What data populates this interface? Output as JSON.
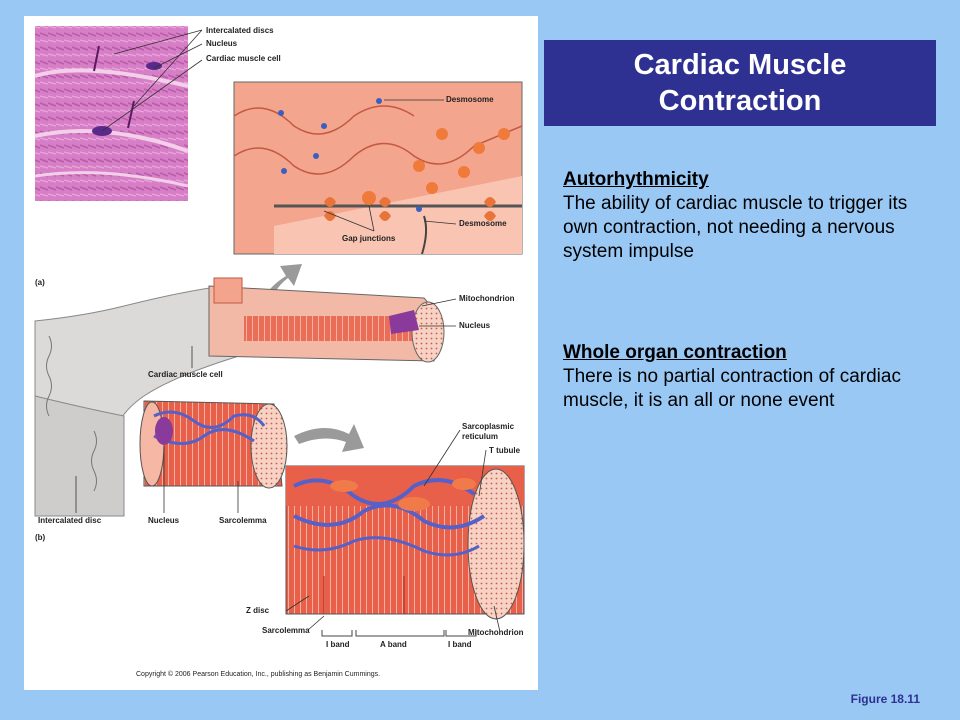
{
  "title": "Cardiac Muscle Contraction",
  "sections": [
    {
      "heading": "Autorhythmicity",
      "body": "The ability of cardiac muscle to trigger its own contraction, not needing a nervous system impulse"
    },
    {
      "heading": "Whole organ contraction",
      "body": "There is no partial contraction of cardiac muscle, it is an all or none event"
    }
  ],
  "figure_caption": "Figure 18.11",
  "diagram": {
    "labels": {
      "intercalated_discs": "Intercalated discs",
      "nucleus_top": "Nucleus",
      "cardiac_muscle_cell_top": "Cardiac muscle cell",
      "desmosome_1": "Desmosome",
      "desmosome_2": "Desmosome",
      "gap_junctions": "Gap junctions",
      "panel_a": "(a)",
      "mitochondrion_1": "Mitochondrion",
      "nucleus_mid": "Nucleus",
      "cardiac_muscle_cell_mid": "Cardiac muscle cell",
      "intercalated_disc": "Intercalated disc",
      "nucleus_low": "Nucleus",
      "sarcolemma_1": "Sarcolemma",
      "panel_b": "(b)",
      "sarcoplasmic_reticulum": "Sarcoplasmic reticulum",
      "t_tubule": "T tubule",
      "z_disc": "Z disc",
      "sarcolemma_2": "Sarcolemma",
      "i_band_1": "I band",
      "a_band": "A band",
      "i_band_2": "I band",
      "mitochondrion_2": "Mitochondrion"
    },
    "copyright": "Copyright © 2006 Pearson Education, Inc., publishing as Benjamin Cummings."
  },
  "colors": {
    "background": "#99c8f5",
    "title_box": "#2e3192",
    "title_text": "#ffffff",
    "caption_text": "#2e3192",
    "micrograph": "#c86fb8",
    "membrane": "#f6a98a",
    "myofibril": "#e4553c",
    "reticulum": "#5561c8",
    "nucleus": "#8a3a9a"
  }
}
